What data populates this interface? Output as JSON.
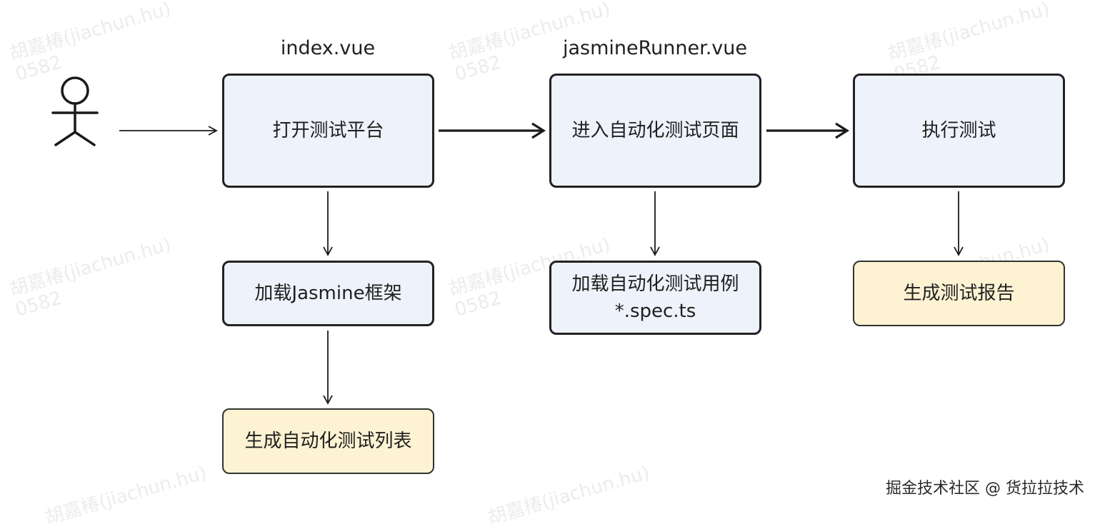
{
  "watermark": {
    "name": "胡嘉椿(jiachun.hu)",
    "id": "0582"
  },
  "labels": {
    "index_file": "index.vue",
    "runner_file": "jasmineRunner.vue"
  },
  "nodes": {
    "open_platform": "打开测试平台",
    "enter_page": "进入自动化测试页面",
    "execute_test": "执行测试",
    "load_jasmine": "加载Jasmine框架",
    "load_cases_line1": "加载自动化测试用例",
    "load_cases_line2": "*.spec.ts",
    "gen_report": "生成测试报告",
    "gen_list": "生成自动化测试列表"
  },
  "footer": "掘金技术社区 @ 货拉拉技术",
  "colors": {
    "box_fill": "#eef2fa",
    "result_fill": "#fdf3d3",
    "stroke": "#222222"
  }
}
